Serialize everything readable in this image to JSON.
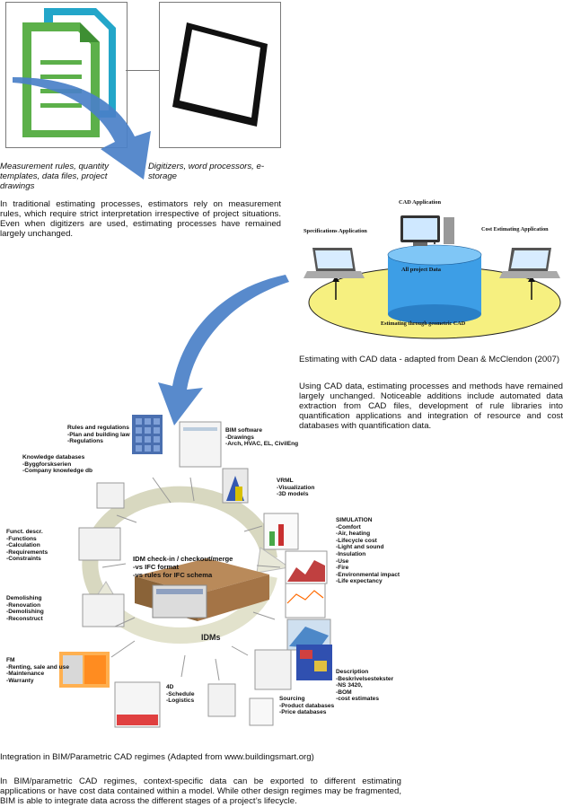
{
  "top": {
    "caption_left": "Measurement rules, quantity templates, data files, project drawings",
    "caption_right": "Digitizers, word processors, e-storage",
    "paragraph": "In traditional estimating processes, estimators rely on measurement rules, which require strict interpretation irrespective of project situations. Even when digitizers are used, estimating processes have remained largely unchanged."
  },
  "cad_figure": {
    "cad_app": "CAD Application",
    "spec_app": "Specifications Application",
    "cost_app": "Cost Estimating Application",
    "db": "All project Data",
    "ellipse": "Estimating through geometric CAD"
  },
  "middle": {
    "caption": "Estimating with CAD data - adapted from Dean & McClendon (2007)",
    "paragraph": "Using CAD data, estimating processes and methods have remained largely unchanged. Noticeable additions include automated data extraction from CAD files, development of rule libraries into quantification applications and integration of resource and cost databases with quantification data."
  },
  "bim_figure": {
    "center": [
      "IDM check-in / checkout/merge",
      "-vs IFC format",
      "-vs rules for IFC schema"
    ],
    "idms": "IDMs",
    "labels": {
      "rules": [
        "Rules and regulations",
        "-Plan and building law",
        "-Regulations"
      ],
      "bim_software": [
        "BIM software",
        "-Drawings",
        "-Arch, HVAC, EL, CivilEng"
      ],
      "knowledge": [
        "Knowledge databases",
        "-Byggforskserien",
        "-Company knowledge db"
      ],
      "vrml": [
        "VRML",
        "-Visualization",
        "-3D models"
      ],
      "funct": [
        "Funct. descr.",
        "-Functions",
        "-Calculation",
        "-Requirements",
        "-Constraints"
      ],
      "simulation": [
        "SIMULATION",
        "-Comfort",
        "-Air, heating",
        "-Lifecycle cost",
        "-Light and sound",
        "-Insulation",
        "-Use",
        "-Fire",
        "-Environmental impact",
        "-Life expectancy"
      ],
      "demolishing": [
        "Demolishing",
        "-Renovation",
        "-Demolishing",
        "-Reconstruct"
      ],
      "fm": [
        "FM",
        "-Renting, sale and use",
        "-Maintenance",
        "-Warranty"
      ],
      "description": [
        "Description",
        "-Beskrivelsestekster",
        "-NS 3420,",
        "-BOM",
        "-cost estimates"
      ],
      "fourd": [
        "4D",
        "-Schedule",
        "-Logistics"
      ],
      "sourcing": [
        "Sourcing",
        "-Product databases",
        "-Price databases"
      ]
    }
  },
  "bottom": {
    "caption": "Integration in BIM/Parametric CAD regimes (Adapted from www.buildingsmart.org)",
    "paragraph": "In BIM/parametric CAD regimes, context-specific data can be exported to different estimating applications or have cost data contained within a model. While other design regimes may be fragmented, BIM is able to integrate data across the different stages of a project’s lifecycle."
  },
  "colors": {
    "arrow": "#4a80c8",
    "doc_green": "#5cb04a",
    "doc_cyan": "#23a6c9",
    "ellipse": "#f6f080",
    "cylinder": "#3d9ee6"
  }
}
